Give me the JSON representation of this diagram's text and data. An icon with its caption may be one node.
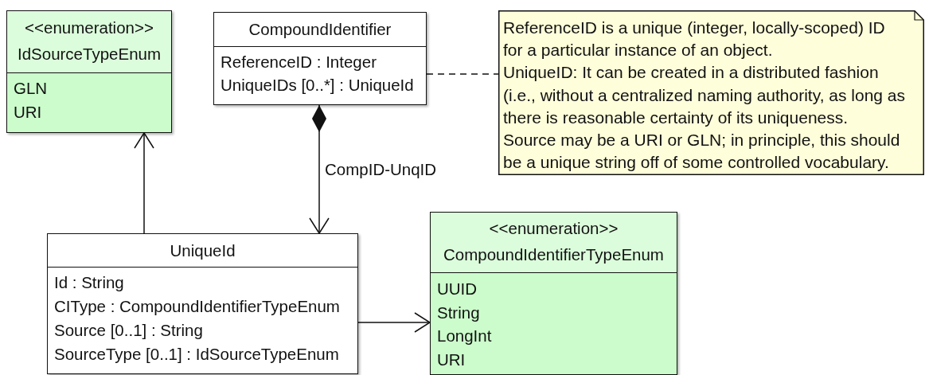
{
  "diagram": {
    "nodes": [
      {
        "text": [
          "<<enumeration>>",
          "IdSourceTypeEnum",
          "GLN",
          "URI"
        ]
      },
      {
        "text": [
          "CompoundIdentifier",
          "ReferenceID : Integer",
          "UniqueIDs [0..*] : UniqueId"
        ]
      },
      {
        "text": [
          "ReferenceID is a unique (integer, locally-scoped) ID for a particular instance of an object.",
          "UniqueID: It can be created in a distributed fashion (i.e., without a centralized naming authority, as long as there is reasonable certainty of its uniqueness.",
          "Source may be a URI or GLN; in principle, this should be a unique string off of some controlled vocabulary."
        ]
      },
      {
        "text": [
          "UniqueId",
          "Id : String",
          "CIType : CompoundIdentifierTypeEnum",
          "Source [0..1] : String",
          "SourceType [0..1] : IdSourceTypeEnum"
        ]
      },
      {
        "text": [
          "<<enumeration>>",
          "CompoundIdentifierTypeEnum",
          "UUID",
          "String",
          "LongInt",
          "URI"
        ]
      }
    ],
    "edges": [
      {
        "from": 3,
        "to": 0,
        "arrow": "to"
      },
      {
        "from": 1,
        "to": 3,
        "arrow": "to",
        "label": "CompID-UnqID"
      },
      {
        "from": 3,
        "to": 4,
        "arrow": "to"
      },
      {
        "from": 1,
        "to": 2,
        "arrow": "none",
        "style": "dashed"
      }
    ]
  }
}
